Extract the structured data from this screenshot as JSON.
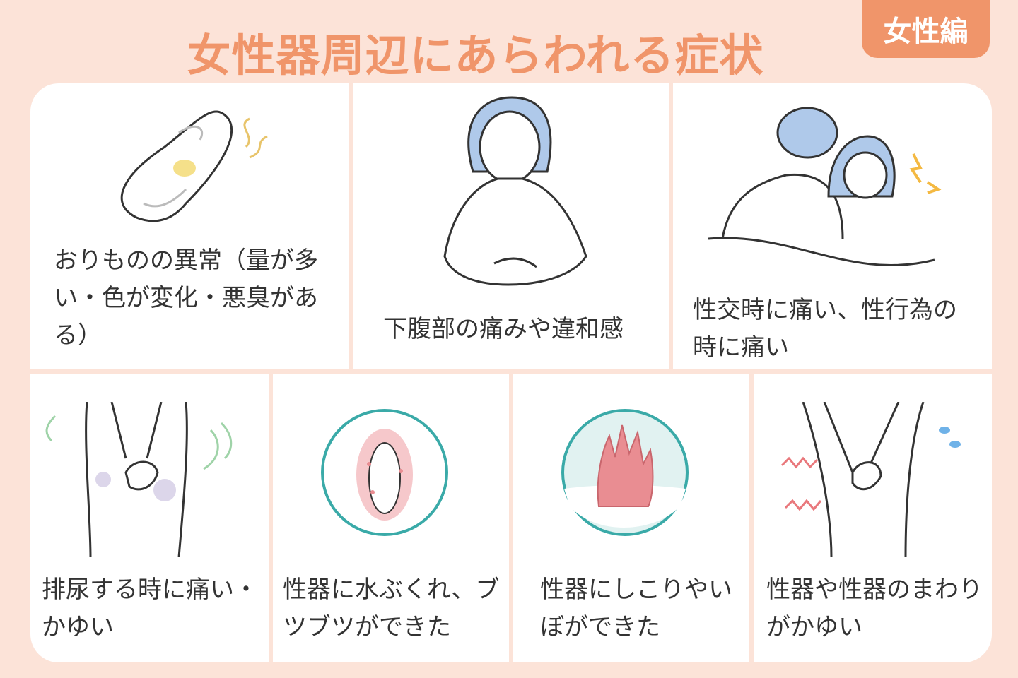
{
  "title": "女性器周辺にあらわれる症状",
  "badge": "女性編",
  "colors": {
    "accent": "#f0956a",
    "background": "#fce3d8",
    "hair": "#afc9ea",
    "teal": "#3aaaa8",
    "pink": "#e98d92"
  },
  "symptoms": [
    {
      "label": "おりものの異常（量が多い・色が変化・悪臭がある）",
      "icon": "sanitary-pad-icon"
    },
    {
      "label": "下腹部の痛みや違和感",
      "icon": "abdominal-pain-icon"
    },
    {
      "label": "性交時に痛い、性行為の時に痛い",
      "icon": "couple-pain-icon"
    },
    {
      "label": "排尿する時に痛い・かゆい",
      "icon": "itch-germs-icon"
    },
    {
      "label": "性器に水ぶくれ、ブツブツができた",
      "icon": "blisters-icon"
    },
    {
      "label": "性器にしこりやいぼができた",
      "icon": "warts-icon"
    },
    {
      "label": "性器や性器のまわりがかゆい",
      "icon": "itch-icon"
    }
  ]
}
